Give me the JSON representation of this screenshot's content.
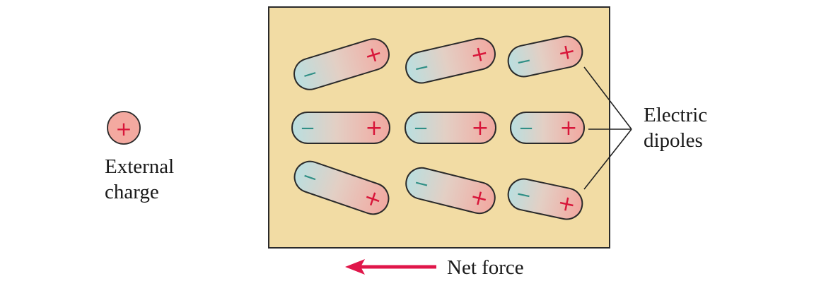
{
  "external_charge": {
    "symbol": "+",
    "label_line1": "External",
    "label_line2": "charge"
  },
  "dipoles": {
    "label_line1": "Electric",
    "label_line2": "dipoles",
    "negative_symbol": "−",
    "positive_symbol": "+",
    "count": 9
  },
  "net_force": {
    "label": "Net force",
    "direction": "left"
  },
  "colors": {
    "medium_fill": "#f2dca4",
    "negative_end": "#b9dfe0",
    "positive_end": "#f2a8a0",
    "charge_sign": "#d8163a",
    "negative_sign": "#2f8f86",
    "arrow": "#e0164a",
    "external_charge_fill": "#f3a9a0"
  }
}
